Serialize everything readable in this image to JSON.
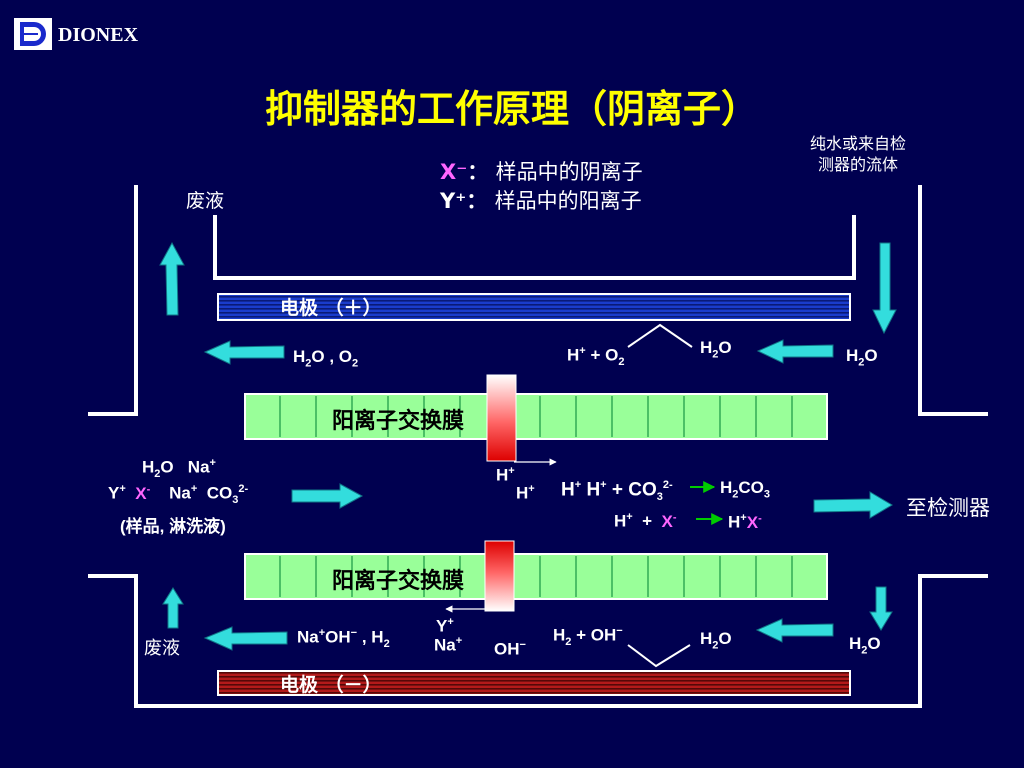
{
  "header": {
    "brand": "DIONEX",
    "logo_icon": "dionex-d-logo-icon"
  },
  "title": "抑制器的工作原理（阴离子）",
  "legend": {
    "x_symbol": "X⁻",
    "x_desc": "样品中的阴离子",
    "y_symbol": "Y⁺",
    "y_desc": "样品中的阳离子"
  },
  "top_right_note": [
    "纯水或来自检",
    "测器的流体"
  ],
  "waste_label_top": "废液",
  "waste_label_bottom": "废液",
  "to_detector": "至检测器",
  "electrode_top": "电极 （＋）",
  "electrode_bottom": "电极 （－）",
  "membrane_top": "阳离子交换膜",
  "membrane_bottom": "阳离子交换膜",
  "colors": {
    "background": "#000050",
    "title": "#ffff00",
    "membrane": "#99ff99",
    "anode": "#1a3ccc",
    "cathode": "#b31a1a",
    "arrow": "#33dddd",
    "anion_highlight": "#ff66ff",
    "reaction_arrow": "#00cc00"
  },
  "sample_text": "(样品, 淋洗液)"
}
